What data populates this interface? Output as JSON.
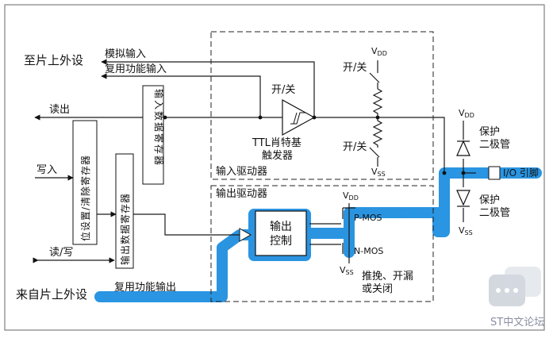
{
  "labels": {
    "to_on_chip_peripheral": "至片上外设",
    "analog_input": "模拟输入",
    "alt_function_input": "复用功能输入",
    "read_out": "读出",
    "write_in": "写入",
    "read_write": "读/写",
    "from_on_chip_peripheral": "来自片上外设",
    "alt_function_output": "复用功能输出",
    "bit_set_reset_register": "位设置/清除寄存器",
    "input_data_register": "输入数据寄存器",
    "output_data_register": "输出数据寄存器",
    "on_off_top": "开/关",
    "on_off_pullup": "开/关",
    "on_off_pulldown": "开/关",
    "ttl_schmitt_line1": "TTL肖特基",
    "ttl_schmitt_line2": "触发器",
    "input_driver": "输入驱动器",
    "output_driver": "输出驱动器",
    "output_control_line1": "输出",
    "output_control_line2": "控制",
    "p_mos": "P-MOS",
    "n_mos": "N-MOS",
    "push_pull_line1": "推挽、开漏",
    "push_pull_line2": "或关闭",
    "protection_diode_top_line1": "保护",
    "protection_diode_top_line2": "二极管",
    "protection_diode_bottom_line1": "保护",
    "protection_diode_bottom_line2": "二极管",
    "io_pin": "I/O 引脚",
    "vdd": "V",
    "vdd_sub": "DD",
    "vss": "V",
    "vss_sub": "SS"
  },
  "watermark": "ST中文论坛",
  "colors": {
    "highlight": "#1f8fe0",
    "line": "#1a1a1a",
    "border": "#555555",
    "watermark_icon": "#c8cdd6"
  }
}
